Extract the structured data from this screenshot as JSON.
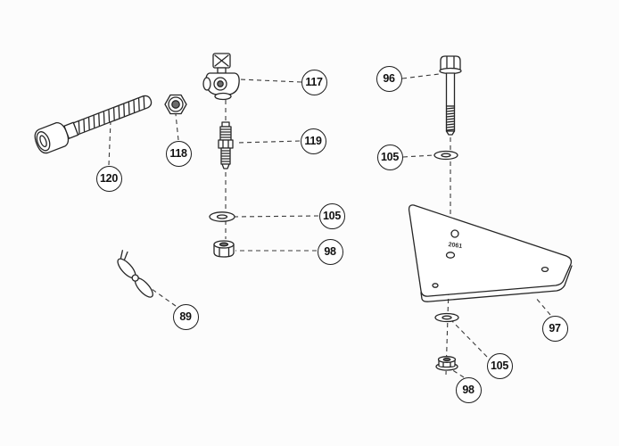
{
  "diagram_title": "exploded-parts-diagram",
  "callouts": [
    {
      "label": "117"
    },
    {
      "label": "119"
    },
    {
      "label": "118"
    },
    {
      "label": "120"
    },
    {
      "label": "105"
    },
    {
      "label": "98"
    },
    {
      "label": "89"
    },
    {
      "label": "96"
    },
    {
      "label": "105"
    },
    {
      "label": "97"
    },
    {
      "label": "105"
    },
    {
      "label": "98"
    }
  ],
  "plate": {
    "stamp": "2061"
  }
}
